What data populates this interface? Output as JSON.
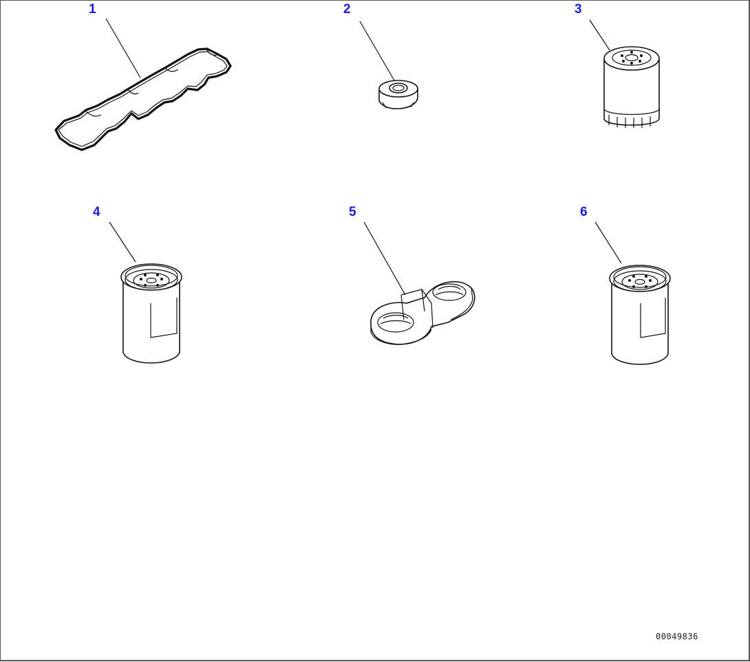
{
  "callouts": [
    {
      "label": "1",
      "part": "gasket"
    },
    {
      "label": "2",
      "part": "nut"
    },
    {
      "label": "3",
      "part": "oil-filter"
    },
    {
      "label": "4",
      "part": "fuel-filter"
    },
    {
      "label": "5",
      "part": "seal"
    },
    {
      "label": "6",
      "part": "filter-cartridge"
    }
  ],
  "drawing_id": "00049836"
}
